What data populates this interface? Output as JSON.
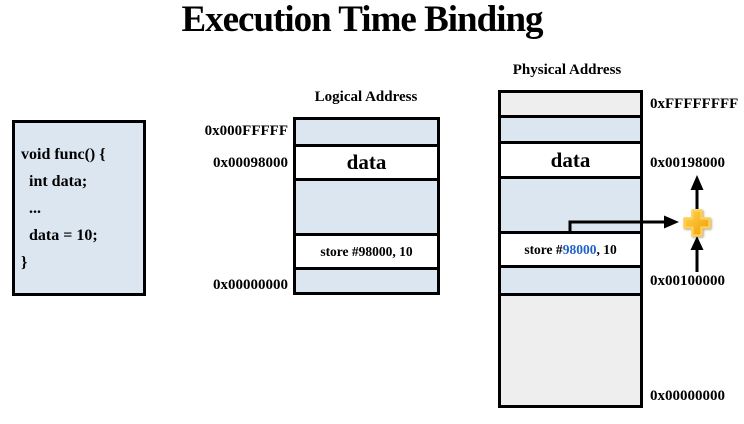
{
  "title": "Execution Time Binding",
  "code_box": {
    "lines": [
      "void func() {",
      "  int data;",
      "  ...",
      "  data = 10;",
      "}"
    ]
  },
  "logical": {
    "header": "Logical Address",
    "data_cell": "data",
    "store_cell": "store #98000, 10",
    "labels": {
      "top": "0x000FFFFF",
      "data": "0x00098000",
      "bottom": "0x00000000"
    }
  },
  "physical": {
    "header": "Physical Address",
    "data_cell": "data",
    "store_prefix": "store #",
    "store_address": "98000",
    "store_suffix": ", 10",
    "labels": {
      "top": "0xFFFFFFFF",
      "data": "0x00198000",
      "base": "0x00100000",
      "bottom": "0x00000000"
    }
  },
  "icons": {
    "adder": "plus-adder-icon"
  },
  "colors": {
    "cell_blue": "#dce6f1",
    "cell_gray": "#eeeeee",
    "border_black": "#000000",
    "store_address_blue": "#1f62c8",
    "adder_gold_light": "#ffd44f",
    "adder_gold_dark": "#ef9d00"
  }
}
